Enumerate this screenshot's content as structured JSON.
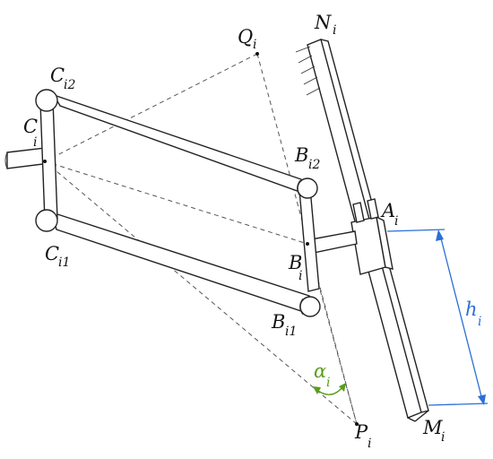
{
  "labels": {
    "Q": {
      "main": "Q",
      "sub": "i"
    },
    "N": {
      "main": "N",
      "sub": "i"
    },
    "C2": {
      "main": "C",
      "sub": "i2"
    },
    "C": {
      "main": "C",
      "sub": "i"
    },
    "C1": {
      "main": "C",
      "sub": "i1"
    },
    "B2": {
      "main": "B",
      "sub": "i2"
    },
    "A": {
      "main": "A",
      "sub": "i"
    },
    "B": {
      "main": "B",
      "sub": "i"
    },
    "B1": {
      "main": "B",
      "sub": "i1"
    },
    "h": {
      "main": "h",
      "sub": "i"
    },
    "alpha": {
      "main": "α",
      "sub": "i"
    },
    "P": {
      "main": "P",
      "sub": "i"
    },
    "M": {
      "main": "M",
      "sub": "i"
    }
  },
  "colors": {
    "dimension": "#2a6fd6",
    "angle": "#5a9e1c",
    "line": "#222222"
  }
}
